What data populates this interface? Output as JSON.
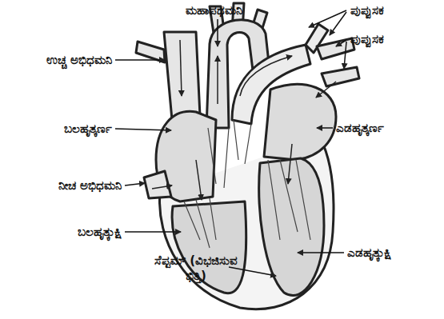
{
  "diagram": {
    "labels": [
      "ಮಹಾಪಧಮನಿ",
      "ಪುಪ್ಪುಸಕ",
      "ಪುಪ್ಪುಸಕ",
      "ಉಚ್ಚ ಅಭಿಧಮನಿ",
      "ಬಲಹೃತ್ಕರ್ಣ",
      "ಎಡಹೃತ್ಕರ್ಣ",
      "ನೀಚ ಅಭಿಧಮನಿ",
      "ಬಲಹೃತ್ಕುಕ್ಷಿ",
      "ಎಡಹೃತ್ಕುಕ್ಷಿ",
      "ಸೆಪ್ಟಮ್ (ವಿಭಜಿಸುವ ಭಿತ್ತಿ)"
    ]
  }
}
